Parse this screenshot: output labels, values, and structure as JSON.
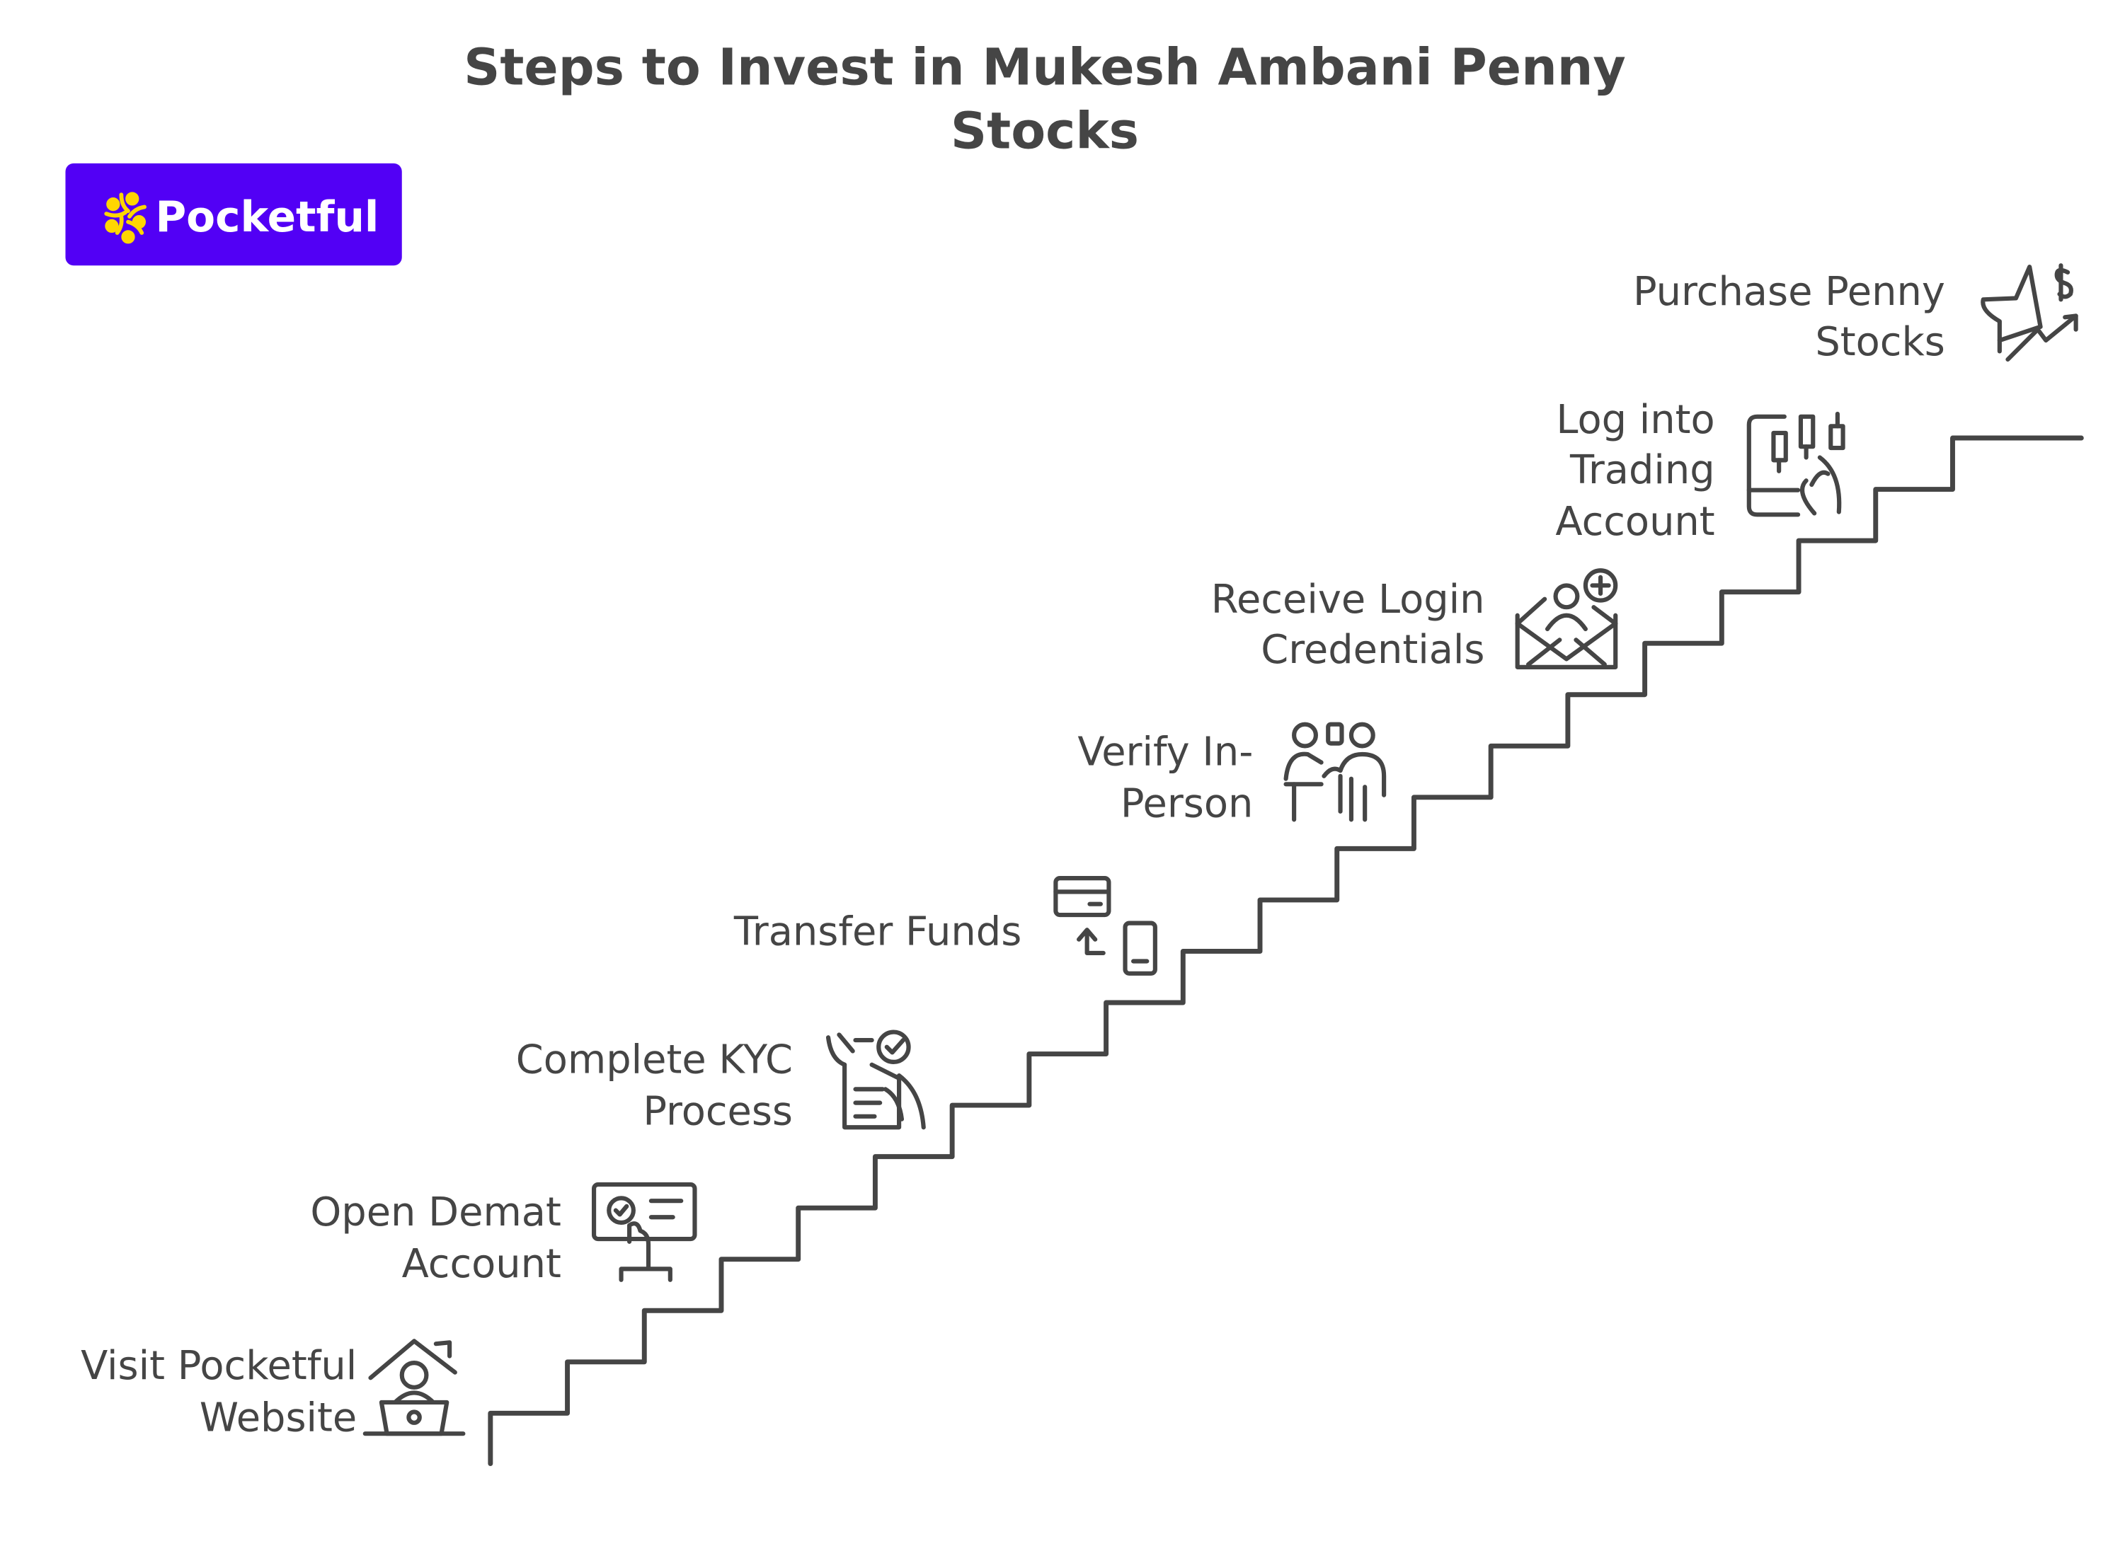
{
  "title": {
    "line1": "Steps to Invest in Mukesh Ambani Penny",
    "line2": "Stocks"
  },
  "logo": {
    "text": "Pocketful",
    "bg_color": "#5200F5",
    "accent_color": "#FFD600"
  },
  "text_color": "#454545",
  "steps": [
    {
      "lines": [
        "Visit Pocketful",
        "Website"
      ],
      "icon": "laptop-home-icon"
    },
    {
      "lines": [
        "Open Demat",
        "Account"
      ],
      "icon": "account-card-icon"
    },
    {
      "lines": [
        "Complete KYC",
        "Process"
      ],
      "icon": "kyc-document-check-icon"
    },
    {
      "lines": [
        "Transfer Funds"
      ],
      "icon": "card-to-phone-transfer-icon"
    },
    {
      "lines": [
        "Verify In-",
        "Person"
      ],
      "icon": "person-verification-icon"
    },
    {
      "lines": [
        "Receive Login",
        "Credentials"
      ],
      "icon": "envelope-user-icon"
    },
    {
      "lines": [
        "Log into",
        "Trading",
        "Account"
      ],
      "icon": "phone-candlestick-icon"
    },
    {
      "lines": [
        "Purchase Penny",
        "Stocks"
      ],
      "icon": "megaphone-dollar-trend-icon"
    }
  ]
}
